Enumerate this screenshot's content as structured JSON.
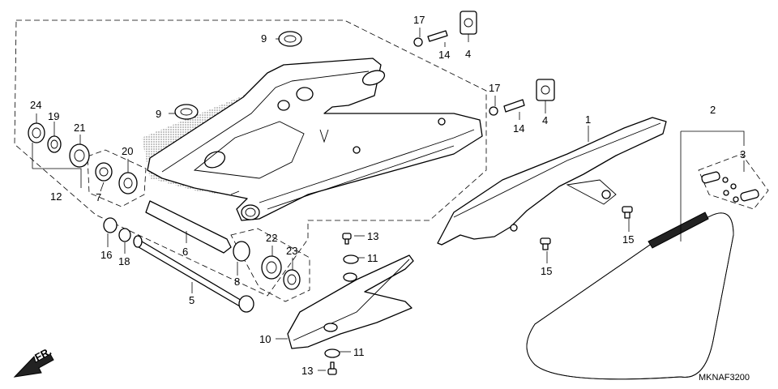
{
  "diagram": {
    "part_labels": [
      "1",
      "2",
      "3",
      "4",
      "4",
      "5",
      "6",
      "7",
      "8",
      "9",
      "9",
      "10",
      "11",
      "11",
      "12",
      "13",
      "13",
      "14",
      "14",
      "15",
      "15",
      "16",
      "17",
      "17",
      "18",
      "19",
      "20",
      "21",
      "22",
      "23",
      "24"
    ],
    "direction_label": "FR.",
    "diagram_code": "MKNAF3200"
  }
}
